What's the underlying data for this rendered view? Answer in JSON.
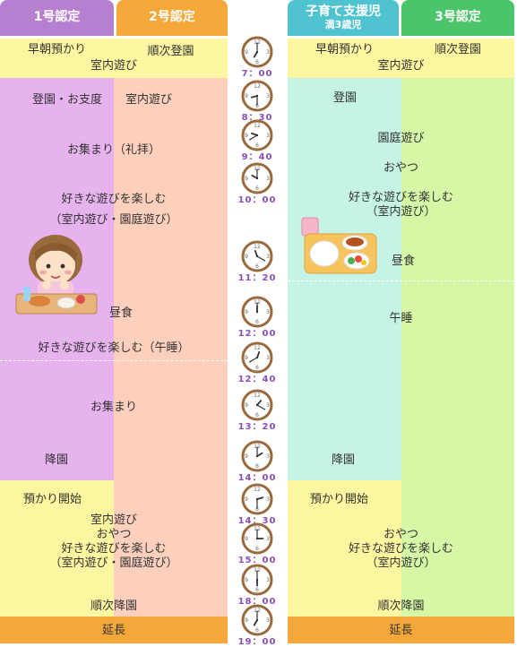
{
  "headers": {
    "c1": "1号認定",
    "c2": "2号認定",
    "c3": "子育て支援児",
    "c3_sub": "満3歳児",
    "c4": "3号認定"
  },
  "left": {
    "early_c1": "早朝預かり",
    "early_c2": "順次登園",
    "indoor_play": "室内遊び",
    "arrival": "登園・お支度",
    "indoor_play2": "室内遊び",
    "assembly_worship": "お集まり（礼拝）",
    "free_play": "好きな遊びを楽しむ",
    "free_play_detail": "（室内遊び・園庭遊び）",
    "lunch": "昼食",
    "free_play_nap": "好きな遊びを楽しむ（午睡）",
    "assembly": "お集まり",
    "departure": "降園",
    "care_start": "預かり開始",
    "indoor_play3": "室内遊び",
    "snack": "おやつ",
    "free_play2": "好きな遊びを楽しむ",
    "free_play2_detail": "（室内遊び・園庭遊び）",
    "gradual_departure": "順次降園",
    "extension": "延長"
  },
  "right": {
    "early_c3": "早朝預かり",
    "early_c4": "順次登園",
    "indoor_play": "室内遊び",
    "arrival": "登園",
    "garden_play": "園庭遊び",
    "snack": "おやつ",
    "free_play": "好きな遊びを楽しむ",
    "free_play_detail": "（室内遊び）",
    "lunch": "昼食",
    "nap": "午睡",
    "departure": "降園",
    "care_start": "預かり開始",
    "snack2": "おやつ",
    "free_play2": "好きな遊びを楽しむ",
    "free_play2_detail": "（室内遊び）",
    "gradual_departure": "順次降園",
    "extension": "延長"
  },
  "times": [
    "7：00",
    "8：30",
    "9：40",
    "10：00",
    "11：20",
    "12：00",
    "12：40",
    "13：20",
    "14：00",
    "14：30",
    "15：00",
    "18：00",
    "19：00"
  ],
  "colors": {
    "c1_header": "#b77fd0",
    "c2_header": "#f4a83a",
    "c3_header": "#4fc3cf",
    "c4_header": "#4cc46a",
    "yellow": "#fdf6a0",
    "purple": "#e6b3ef",
    "salmon": "#fdd0bd",
    "mint": "#c5f3e6",
    "green": "#d6f7a6",
    "orange": "#f4a83a"
  }
}
